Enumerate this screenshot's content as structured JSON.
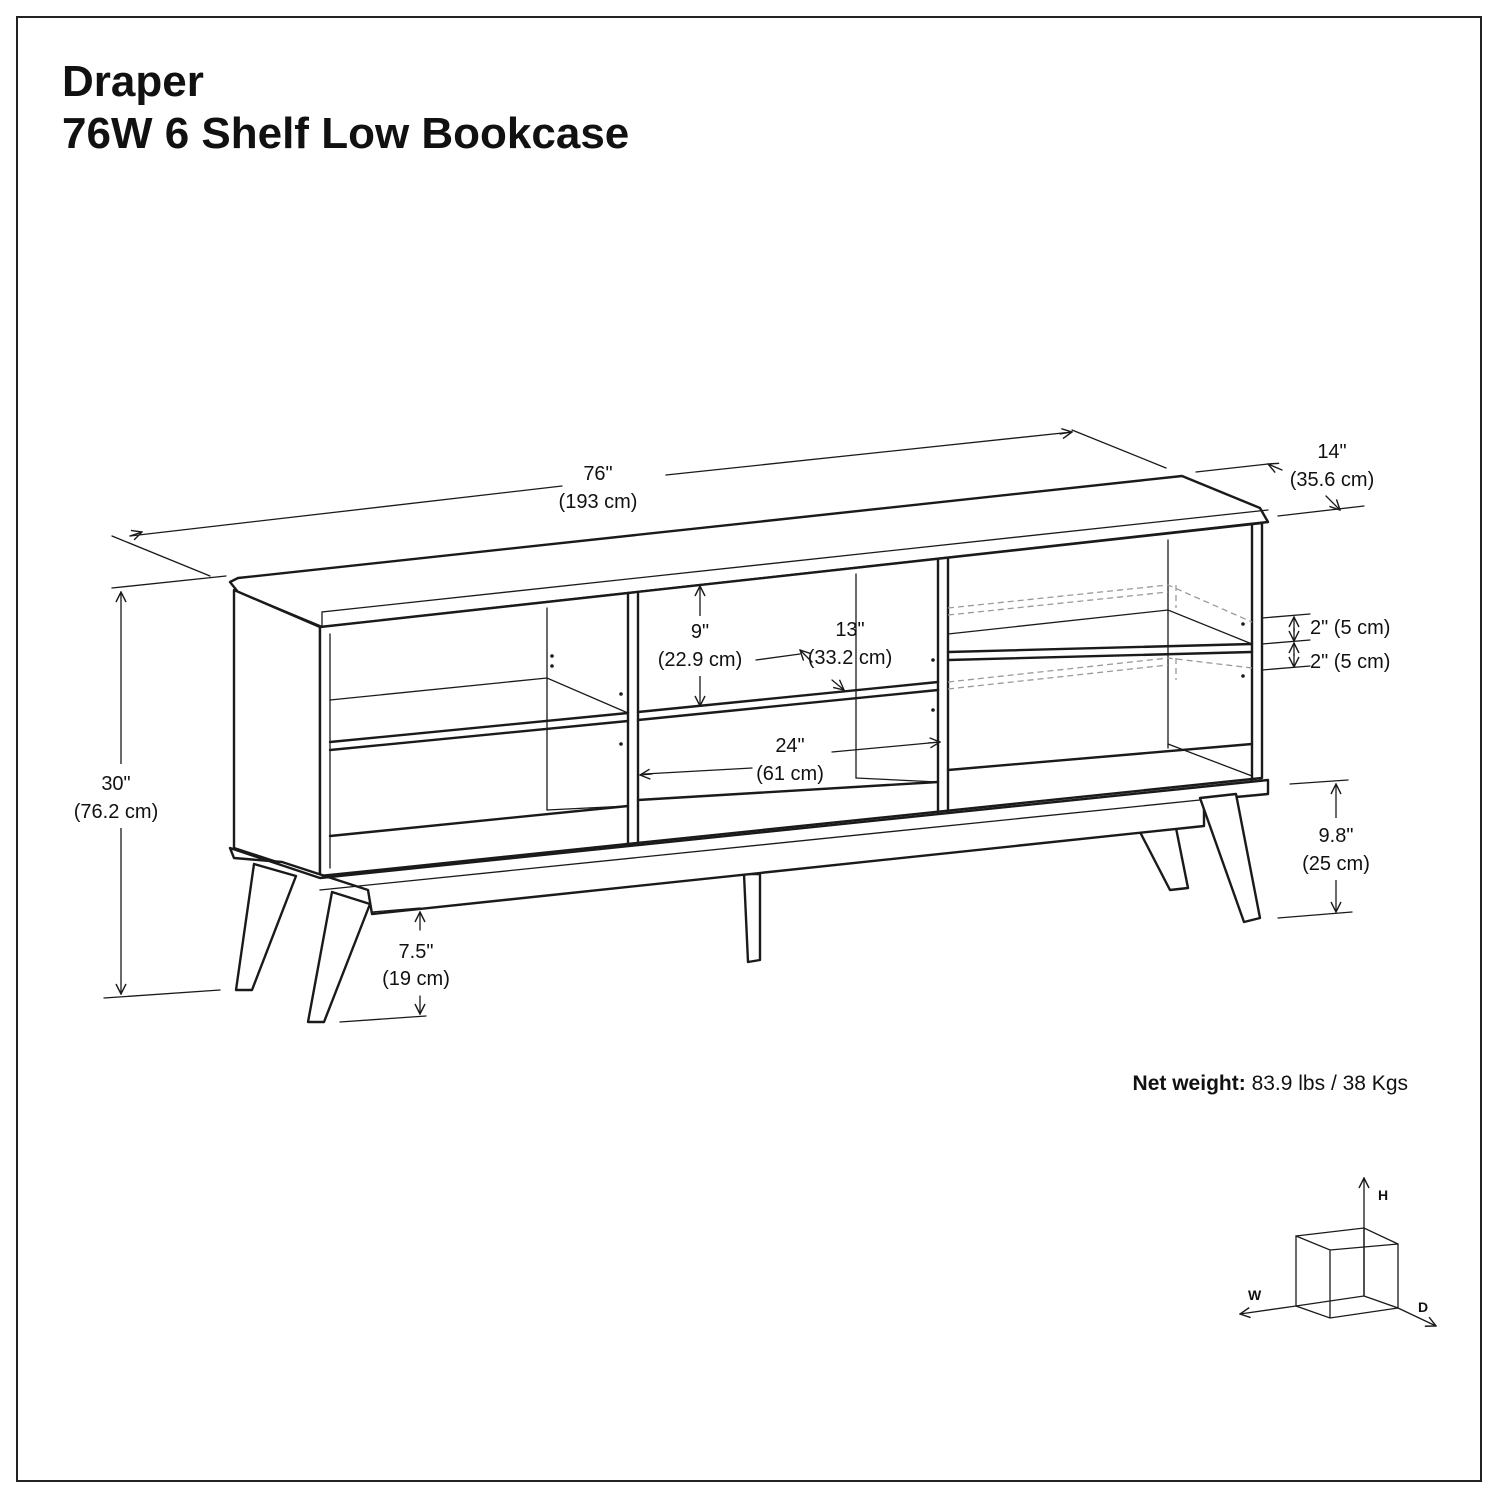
{
  "header": {
    "line1": "Draper",
    "line2": "76W 6 Shelf Low Bookcase"
  },
  "dimensions": {
    "width": {
      "imperial": "76\"",
      "metric": "(193 cm)"
    },
    "depth": {
      "imperial": "14\"",
      "metric": "(35.6 cm)"
    },
    "height": {
      "imperial": "30\"",
      "metric": "(76.2 cm)"
    },
    "shelf_height": {
      "imperial": "9\"",
      "metric": "(22.9 cm)"
    },
    "shelf_depth": {
      "imperial": "13\"",
      "metric": "(33.2 cm)"
    },
    "shelf_width": {
      "imperial": "24\"",
      "metric": "(61 cm)"
    },
    "shelf_adjust_upper": "2\" (5 cm)",
    "shelf_adjust_lower": "2\" (5 cm)",
    "leg_height": {
      "imperial": "9.8\"",
      "metric": "(25 cm)"
    },
    "leg_clearance": {
      "imperial": "7.5\"",
      "metric": "(19 cm)"
    }
  },
  "axes": {
    "height": "H",
    "width": "W",
    "depth": "D"
  },
  "weight": {
    "label": "Net weight:",
    "value": "83.9 lbs / 38 Kgs"
  }
}
